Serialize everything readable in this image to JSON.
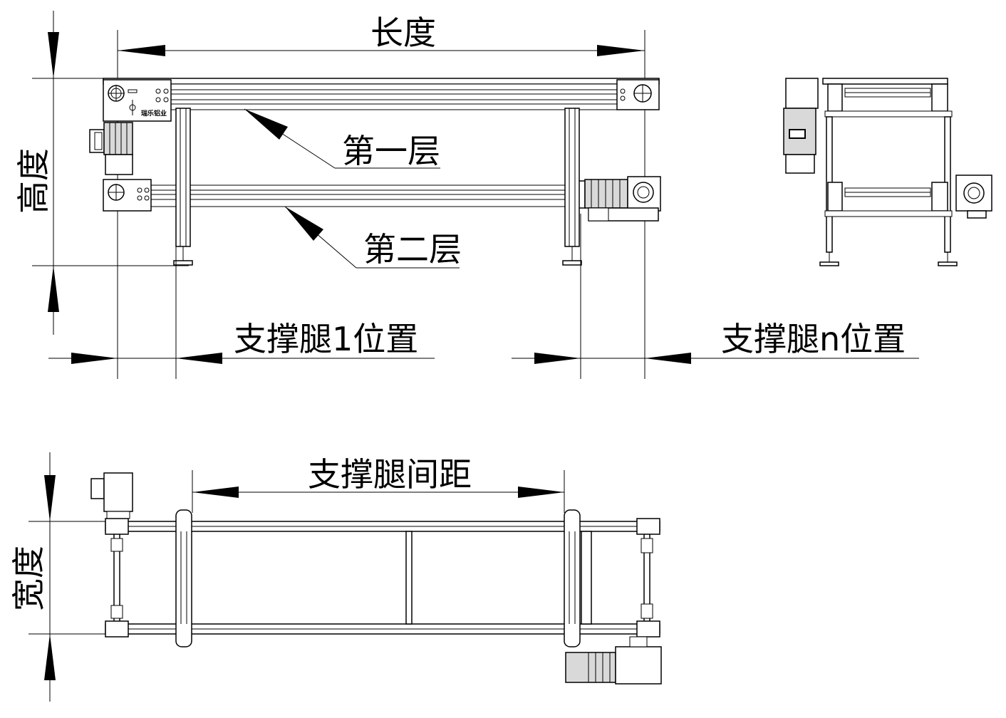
{
  "labels": {
    "length": "长度",
    "height": "高度",
    "width": "宽度",
    "layer1": "第一层",
    "layer2": "第二层",
    "leg1_position": "支撑腿1位置",
    "legn_position": "支撑腿n位置",
    "leg_spacing": "支撑腿间距",
    "brand_plate": "瑞乐铝业"
  },
  "colors": {
    "line": "#000000",
    "background": "#ffffff",
    "motor_fill": "#d9d9d9"
  }
}
